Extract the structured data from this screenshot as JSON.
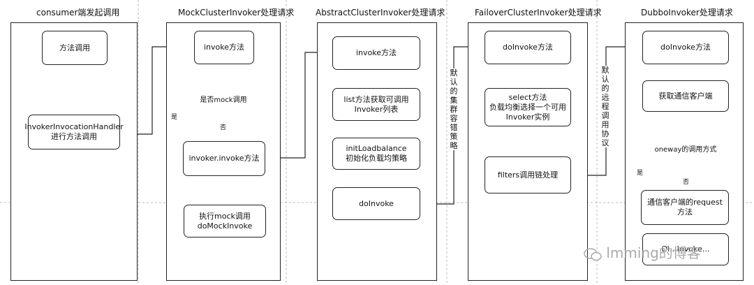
{
  "columns": [
    {
      "title": "consumer端发起调用"
    },
    {
      "title": "MockClusterInvoker处理请求"
    },
    {
      "title": "AbstractClusterInvoker处理请求"
    },
    {
      "title": "FailoverClusterInvoker处理请求"
    },
    {
      "title": "DubboInvoker处理请求"
    }
  ],
  "nodes": {
    "method_call": "方法调用",
    "invocation_handler": "InvokerInvocationHandler\n进行方法调用",
    "mock_invoke": "invoke方法",
    "is_mock": "是否mock调用",
    "invoker_invoke": "invoker.invoke方法",
    "do_mock": "执行mock调用\ndoMockInvoke",
    "abs_invoke": "invoke方法",
    "list_method": "list方法获取可调用\nInvoker列表",
    "init_lb": "initLoadbalance\n初始化负载均策略",
    "abs_doinvoke": "doInvoke",
    "failover_doinvoke": "doInvoke方法",
    "select_method": "select方法\n负载均衡选择一个可用\nInvoker实例",
    "filters": "filters调用链处理",
    "dubbo_doinvoke": "doInvoke方法",
    "get_client": "获取通信客户端",
    "oneway": "oneway的调用方式",
    "request_method": "通信客户端的request方法",
    "last_box": "Di...Invoke..."
  },
  "labels": {
    "yes": "是",
    "no": "否",
    "yes2": "是",
    "no2": "否",
    "default_cluster": "默认的集群容错策略",
    "default_protocol": "默认的远程调用协议"
  },
  "watermark": "lmming的博客",
  "colors": {
    "stroke": "#222222",
    "dashed": "#bbbbbb",
    "watermark": "#aaaaaa"
  }
}
